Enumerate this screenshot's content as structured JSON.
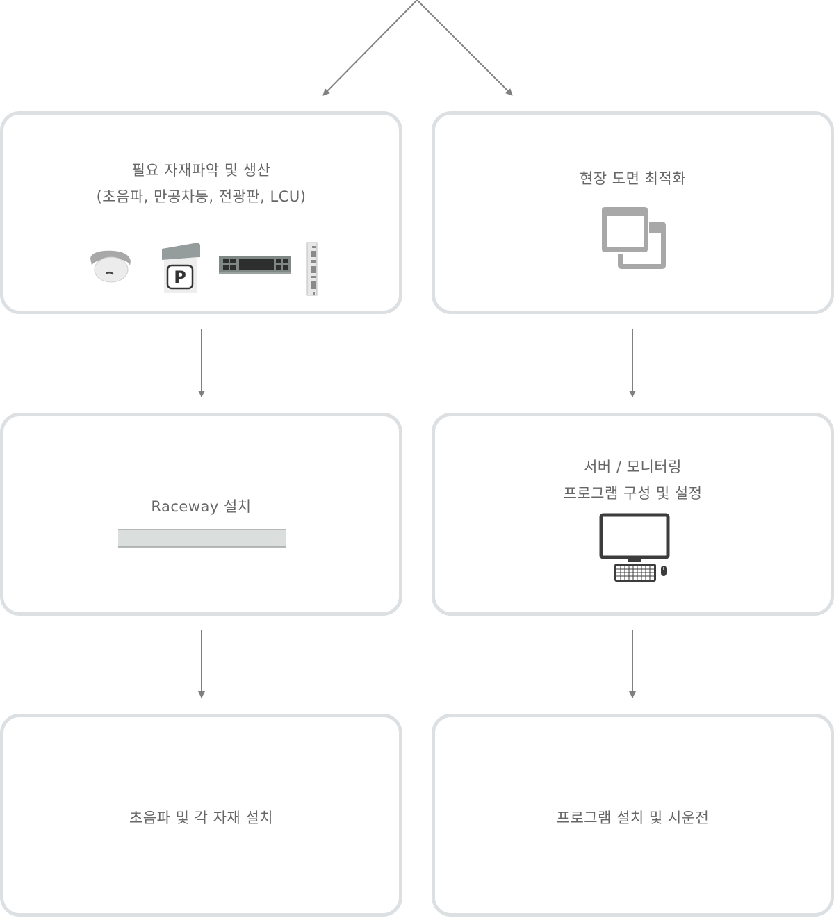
{
  "steps": {
    "materials": {
      "title_line1": "필요 자재파악 및 생산",
      "title_line2": "(초음파, 만공차등, 전광판, LCU)",
      "icons": [
        "ultrasonic-sensor-icon",
        "parking-sign-icon",
        "led-display-board-icon",
        "lcu-controller-icon"
      ],
      "parking_sign_letter": "P"
    },
    "site_drawing": {
      "title": "현장 도면 최적화",
      "icons": [
        "overlapping-windows-icon"
      ]
    },
    "raceway": {
      "title": "Raceway 설치",
      "icons": [
        "raceway-bar-icon"
      ]
    },
    "server": {
      "title_line1": "서버 / 모니터링",
      "title_line2": "프로그램 구성 및 설정",
      "icons": [
        "desktop-computer-icon"
      ]
    },
    "install_sensors": {
      "title": "초음파 및 각 자재 설치"
    },
    "program_install": {
      "title": "프로그램 설치 및 시운전"
    }
  },
  "colors": {
    "box_border": "#dde0e2",
    "arrow": "#808080",
    "text": "#666666",
    "icon_gray": "#a8a8a8",
    "icon_dark": "#3c3c3c"
  }
}
